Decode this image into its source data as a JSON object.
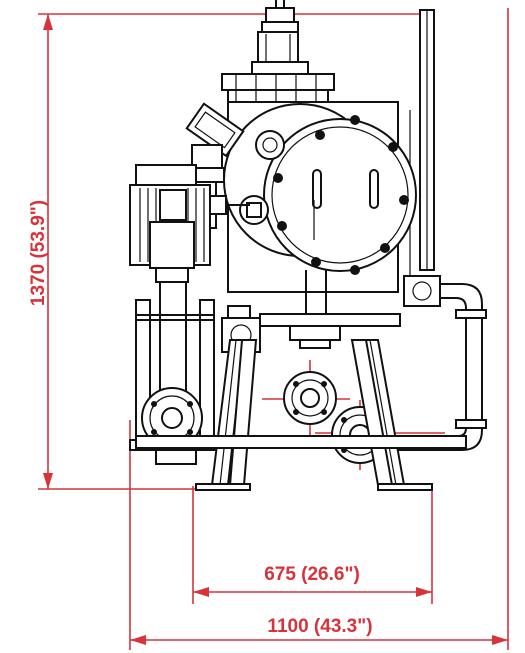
{
  "dimensions": {
    "height": "1370 (53.9\")",
    "inner_width": "675 (26.6\")",
    "overall_width": "1100 (43.3\")"
  },
  "colors": {
    "dimension": "#d6333a",
    "outline": "#111111",
    "background": "#ffffff"
  }
}
